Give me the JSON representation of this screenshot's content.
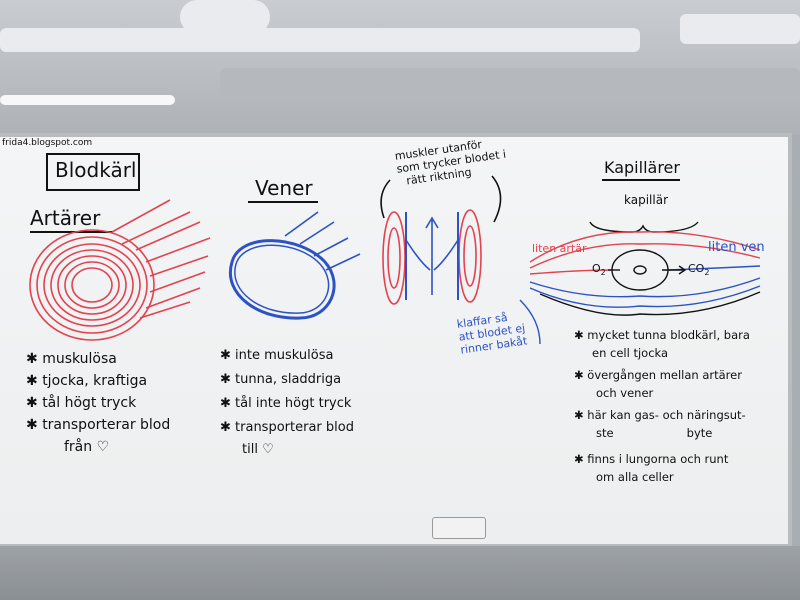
{
  "board": {
    "watermark": "frida4.blogspot.com",
    "title": "Blodkärl",
    "arteries": {
      "heading": "Artärer",
      "bullets": [
        "muskulösa",
        "tjocka, kraftiga",
        "tål högt tryck",
        "transporterar blod",
        "från ♡"
      ]
    },
    "veins": {
      "heading": "Vener",
      "bullets": [
        "inte muskulösa",
        "tunna, sladdriga",
        "tål inte högt tryck",
        "transporterar blod",
        "till ♡"
      ],
      "muscle_note": [
        "muskler utanför",
        "som trycker blodet i",
        "rätt riktning"
      ],
      "valve_note": [
        "klaffar så",
        "att blodet ej",
        "rinner bakåt"
      ]
    },
    "capillaries": {
      "heading": "Kapillärer",
      "capillary_label": "kapillär",
      "small_artery": "liten artär",
      "small_vein": "liten ven",
      "o2": "O",
      "o2_sub": "2",
      "co2": "CO",
      "co2_sub": "2",
      "bullets": [
        "mycket tunna blodkärl, bara",
        "en cell tjocka",
        "övergången mellan artärer",
        "och vener",
        "här kan gas-  och näringsut-",
        "ste                    byte",
        "finns i lungorna och runt",
        "om alla celler"
      ]
    }
  },
  "colors": {
    "red": "#e2434f",
    "blue": "#2c52c4",
    "ink": "#121212"
  }
}
